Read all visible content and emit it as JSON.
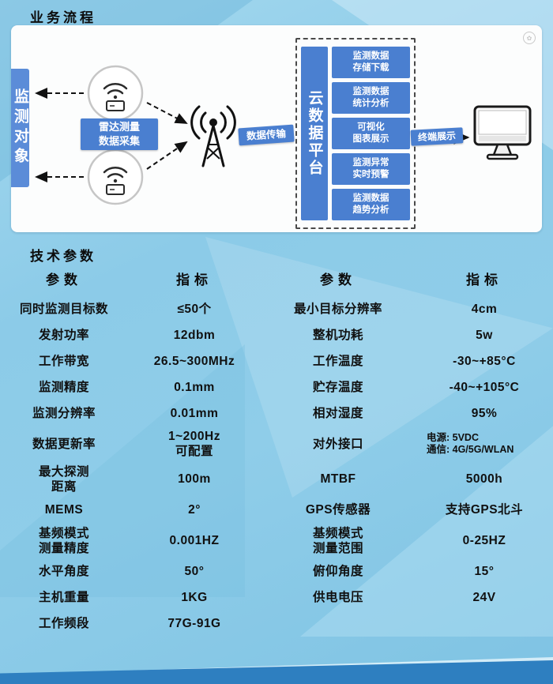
{
  "sections": {
    "flow_title": "业务流程",
    "params_title": "技术参数"
  },
  "colors": {
    "accent_blue": "#4a7fd0",
    "bar_blue": "#5b8cd8",
    "background_blue": "#8ecbe7",
    "bottom_band_blue": "#2e7fc0"
  },
  "diagram": {
    "monitor_object": "监测对象",
    "radar_label": "雷达测量\n数据采集",
    "transmission_label": "数据传输",
    "cloud_platform": "云数据平台",
    "cloud_items": [
      "监测数据\n存储下载",
      "监测数据\n统计分析",
      "可视化\n图表展示",
      "监测异常\n实时预警",
      "监测数据\n趋势分析"
    ],
    "terminal_label": "终端展示",
    "icons": [
      "sensor-icon",
      "antenna-icon",
      "monitor-icon"
    ]
  },
  "table": {
    "headers": [
      "参数",
      "指标",
      "参数",
      "指标"
    ],
    "rows": [
      [
        "同时监测目标数",
        "≤50个",
        "最小目标分辨率",
        "4cm"
      ],
      [
        "发射功率",
        "12dbm",
        "整机功耗",
        "5w"
      ],
      [
        "工作带宽",
        "26.5~300MHz",
        "工作温度",
        "-30~+85°C"
      ],
      [
        "监测精度",
        "0.1mm",
        "贮存温度",
        "-40~+105°C"
      ],
      [
        "监测分辨率",
        "0.01mm",
        "相对湿度",
        "95%"
      ],
      [
        "数据更新率",
        "1~200Hz\n可配置",
        "对外接口",
        "电源: 5VDC\n通信: 4G/5G/WLAN"
      ],
      [
        "最大探测\n距离",
        "100m",
        "MTBF",
        "5000h"
      ],
      [
        "MEMS",
        "2°",
        "GPS传感器",
        "支持GPS北斗"
      ],
      [
        "基频模式\n测量精度",
        "0.001HZ",
        "基频模式\n测量范围",
        "0-25HZ"
      ],
      [
        "水平角度",
        "50°",
        "俯仰角度",
        "15°"
      ],
      [
        "主机重量",
        "1KG",
        "供电电压",
        "24V"
      ],
      [
        "工作频段",
        "77G-91G",
        "",
        ""
      ]
    ]
  }
}
